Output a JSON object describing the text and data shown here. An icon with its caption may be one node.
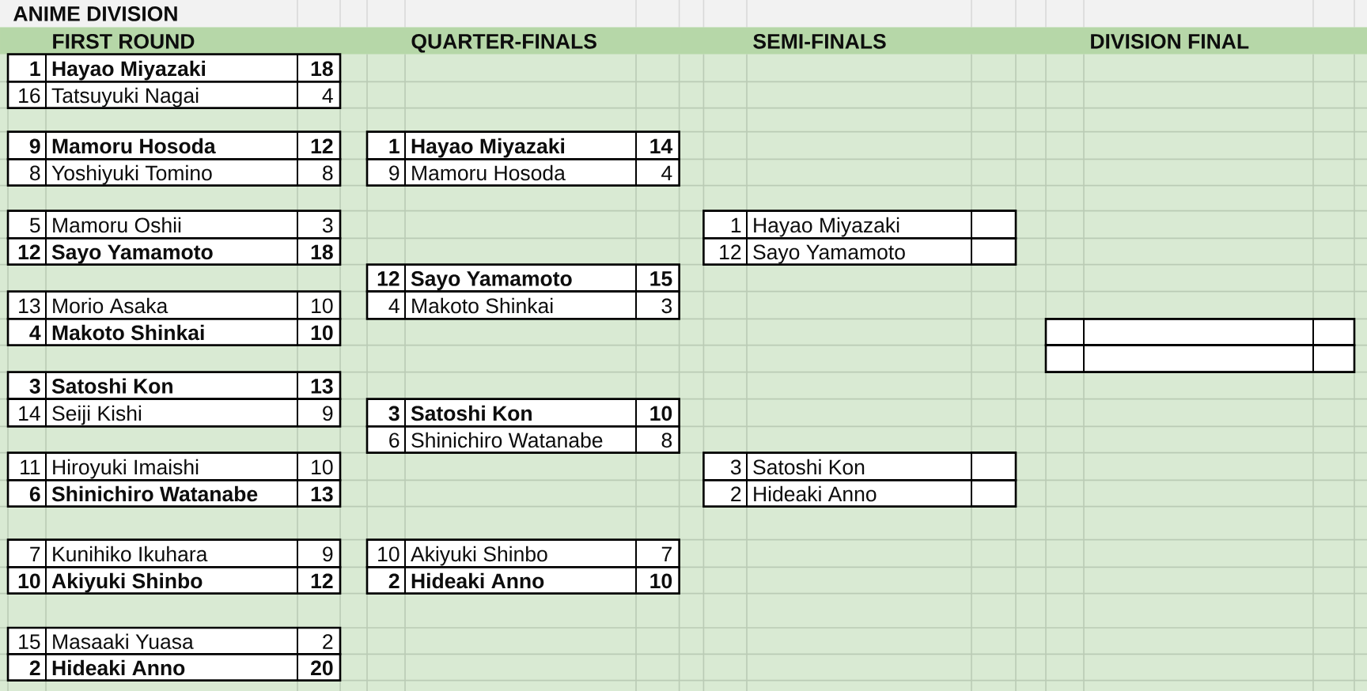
{
  "diagram": {
    "title": "ANIME DIVISION",
    "nodes": [
      {
        "text": [
          "FIRST ROUND",
          "QUARTER-FINALS",
          "SEMI-FINALS",
          "DIVISION FINAL"
        ]
      },
      {
        "text": [
          "1",
          "Hayao Miyazaki",
          "18"
        ]
      },
      {
        "text": [
          "16",
          "Tatsuyuki Nagai",
          "4"
        ]
      },
      {
        "text": [
          "9",
          "Mamoru Hosoda",
          "12"
        ]
      },
      {
        "text": [
          "8",
          "Yoshiyuki Tomino",
          "8"
        ]
      },
      {
        "text": [
          "5",
          "Mamoru Oshii",
          "3"
        ]
      },
      {
        "text": [
          "12",
          "Sayo Yamamoto",
          "18"
        ]
      },
      {
        "text": [
          "13",
          "Morio Asaka",
          "10"
        ]
      },
      {
        "text": [
          "4",
          "Makoto Shinkai",
          "10"
        ]
      },
      {
        "text": [
          "3",
          "Satoshi Kon",
          "13"
        ]
      },
      {
        "text": [
          "14",
          "Seiji Kishi",
          "9"
        ]
      },
      {
        "text": [
          "11",
          "Hiroyuki Imaishi",
          "10"
        ]
      },
      {
        "text": [
          "6",
          "Shinichiro Watanabe",
          "13"
        ]
      },
      {
        "text": [
          "7",
          "Kunihiko Ikuhara",
          "9"
        ]
      },
      {
        "text": [
          "10",
          "Akiyuki Shinbo",
          "12"
        ]
      },
      {
        "text": [
          "15",
          "Masaaki Yuasa",
          "2"
        ]
      },
      {
        "text": [
          "2",
          "Hideaki Anno",
          "20"
        ]
      },
      {
        "text": [
          "1",
          "Hayao Miyazaki",
          "14"
        ]
      },
      {
        "text": [
          "9",
          "Mamoru Hosoda",
          "4"
        ]
      },
      {
        "text": [
          "12",
          "Sayo Yamamoto",
          "15"
        ]
      },
      {
        "text": [
          "4",
          "Makoto Shinkai",
          "3"
        ]
      },
      {
        "text": [
          "3",
          "Satoshi Kon",
          "10"
        ]
      },
      {
        "text": [
          "6",
          "Shinichiro Watanabe",
          "8"
        ]
      },
      {
        "text": [
          "10",
          "Akiyuki Shinbo",
          "7"
        ]
      },
      {
        "text": [
          "2",
          "Hideaki Anno",
          "10"
        ]
      },
      {
        "text": [
          "1",
          "Hayao Miyazaki"
        ]
      },
      {
        "text": [
          "12",
          "Sayo Yamamoto"
        ]
      },
      {
        "text": [
          "3",
          "Satoshi Kon"
        ]
      },
      {
        "text": [
          "2",
          "Hideaki Anno"
        ]
      },
      {
        "text": [],
        "shape": "box"
      },
      {
        "text": [],
        "shape": "box"
      }
    ]
  }
}
